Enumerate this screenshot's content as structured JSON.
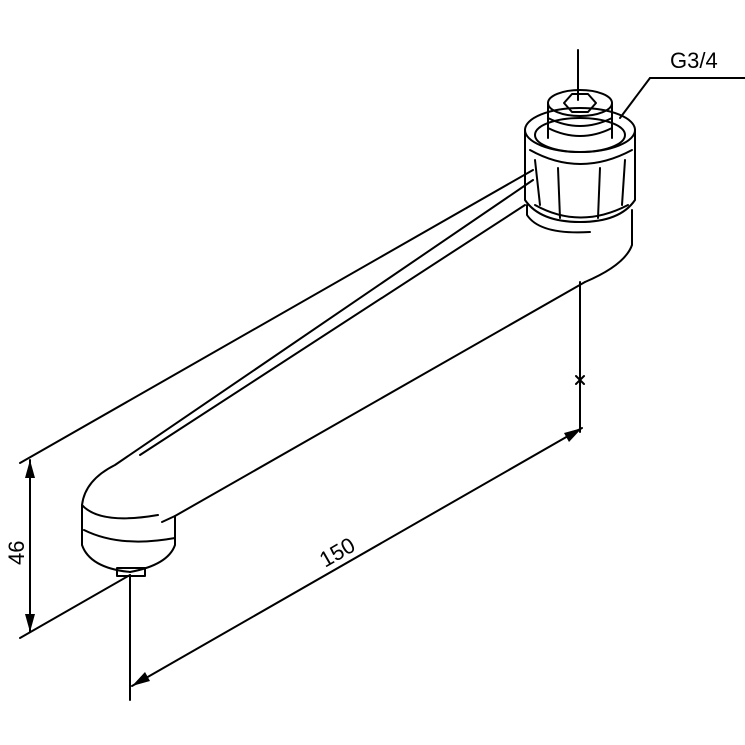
{
  "drawing": {
    "thread_label": "G3/4",
    "height_dimension": "46",
    "length_dimension": "150",
    "line_color": "#000000"
  }
}
